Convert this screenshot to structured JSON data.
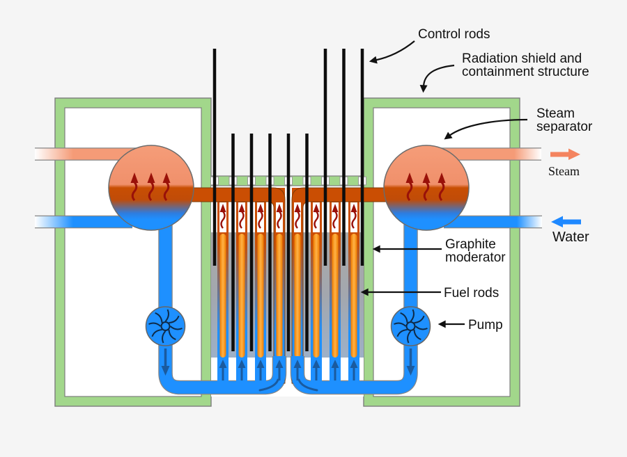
{
  "diagram": {
    "type": "nuclear-reactor-schematic",
    "labels": {
      "control_rods": "Control rods",
      "radiation_shield_line1": "Radiation shield and",
      "radiation_shield_line2": "containment structure",
      "steam_separator_line1": "Steam",
      "steam_separator_line2": "separator",
      "steam_flow": "Steam",
      "water_flow": "Water",
      "graphite_moderator_line1": "Graphite",
      "graphite_moderator_line2": "moderator",
      "fuel_rods": "Fuel rods",
      "pump": "Pump"
    },
    "components": {
      "control_rods": {
        "count": 9,
        "inserted_count": 5,
        "raised_count": 4
      },
      "fuel_channels": {
        "count": 8
      },
      "steam_separators": {
        "count": 2
      },
      "pumps": {
        "count": 2
      }
    },
    "palette": {
      "containment_green": "#a2d78b",
      "steam_salmon": "#f59b77",
      "hot_orange": "#cd4f05",
      "coolant_blue": "#1e90ff",
      "fuel_orange": "#ff9a1f",
      "moderator_gray": "#a8a8a8",
      "control_rod_black": "#0d0d0d",
      "steam_flow_red": "#991109",
      "water_flow_navy": "#1a5a9e",
      "steam_arrow_salmon": "#f4845f",
      "water_arrow_blue": "#1e88ff"
    }
  }
}
